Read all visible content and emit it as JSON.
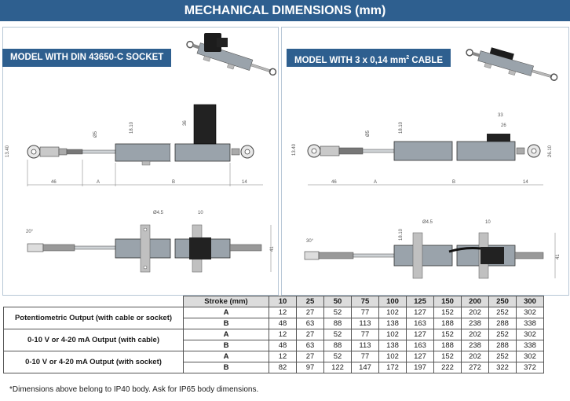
{
  "header": {
    "title": "MECHANICAL DIMENSIONS (mm)"
  },
  "panels": {
    "left": {
      "label": "MODEL WITH DIN 43650-C SOCKET"
    },
    "right": {
      "label_main": "MODEL WITH 3 x 0,14 mm",
      "label_sup": "2",
      "label_tail": " CABLE"
    }
  },
  "drawings": {
    "left_top": {
      "d1": "13.40",
      "d2": "Ø5",
      "d3": "18.10",
      "d4": "36",
      "l1": "46",
      "l2": "A",
      "l3": "B",
      "l4": "14"
    },
    "left_bottom": {
      "angle": "20°",
      "hole": "Ø4.5",
      "w": "10",
      "h": "41"
    },
    "right_top": {
      "d1": "13.40",
      "d2": "Ø5",
      "d3": "18.10",
      "d4": "33",
      "d5": "26",
      "d6": "26.10",
      "l1": "46",
      "l2": "A",
      "l3": "B",
      "l4": "14"
    },
    "right_bottom": {
      "angle": "30°",
      "hole": "Ø4.5",
      "w": "10",
      "h": "41",
      "d": "18.10"
    }
  },
  "table": {
    "stroke_header": "Stroke (mm)",
    "strokes": [
      "10",
      "25",
      "50",
      "75",
      "100",
      "125",
      "150",
      "200",
      "250",
      "300"
    ],
    "groups": [
      {
        "name": "Potentiometric Output (with cable or socket)",
        "rows": [
          {
            "label": "A",
            "values": [
              "12",
              "27",
              "52",
              "77",
              "102",
              "127",
              "152",
              "202",
              "252",
              "302"
            ]
          },
          {
            "label": "B",
            "values": [
              "48",
              "63",
              "88",
              "113",
              "138",
              "163",
              "188",
              "238",
              "288",
              "338"
            ]
          }
        ]
      },
      {
        "name": "0-10 V or 4-20 mA Output  (with cable)",
        "rows": [
          {
            "label": "A",
            "values": [
              "12",
              "27",
              "52",
              "77",
              "102",
              "127",
              "152",
              "202",
              "252",
              "302"
            ]
          },
          {
            "label": "B",
            "values": [
              "48",
              "63",
              "88",
              "113",
              "138",
              "163",
              "188",
              "238",
              "288",
              "338"
            ]
          }
        ]
      },
      {
        "name": "0-10 V or 4-20 mA Output  (with socket)",
        "rows": [
          {
            "label": "A",
            "values": [
              "12",
              "27",
              "52",
              "77",
              "102",
              "127",
              "152",
              "202",
              "252",
              "302"
            ]
          },
          {
            "label": "B",
            "values": [
              "82",
              "97",
              "122",
              "147",
              "172",
              "197",
              "222",
              "272",
              "322",
              "372"
            ]
          }
        ]
      }
    ]
  },
  "footnote": "*Dimensions above belong to IP40 body. Ask for IP65 body dimensions."
}
